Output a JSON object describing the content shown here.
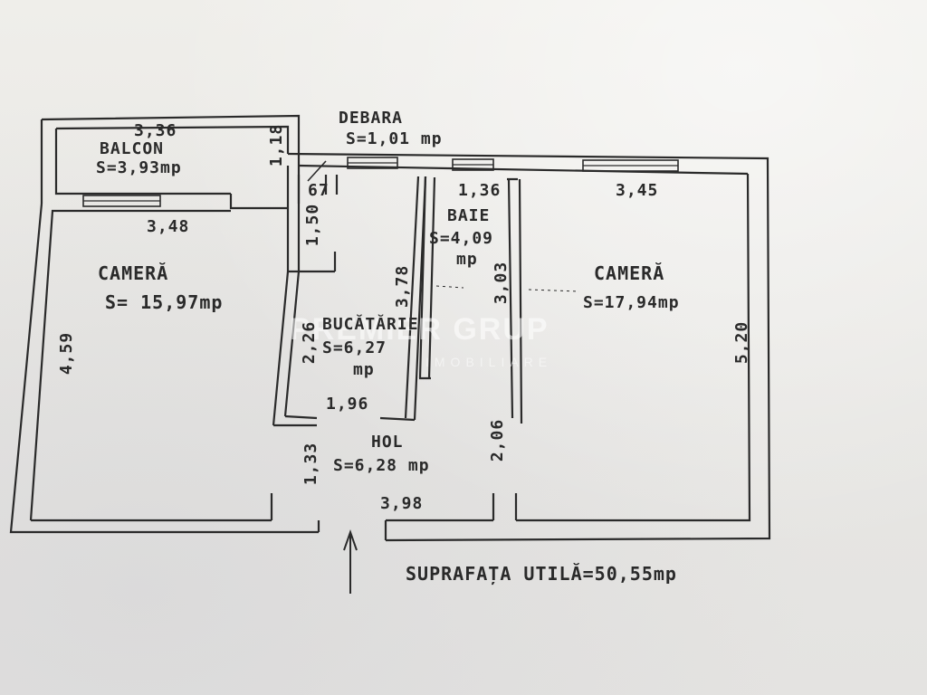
{
  "rooms": {
    "balcon": {
      "name": "BALCON",
      "area": "S=3,93mp",
      "dim_top": "3,36",
      "dim_side": "1,18"
    },
    "debara": {
      "name": "DEBARA",
      "area": "S=1,01 mp",
      "dim_small": "67",
      "dim_side": "1,50"
    },
    "camera_left": {
      "name": "CAMERĂ",
      "area": "S= 15,97mp",
      "dim_top": "3,48",
      "dim_side": "4,59"
    },
    "bucatarie": {
      "name": "BUCĂTĂRIE",
      "area_line1": "S=6,27",
      "area_line2": "mp",
      "dim_side": "2,26",
      "dim_side2": "3,78",
      "dim_bottom": "1,96"
    },
    "baie": {
      "name": "BAIE",
      "area_line1": "S=4,09",
      "area_line2": "mp",
      "dim_top": "1,36",
      "dim_side": "3,03"
    },
    "hol": {
      "name": "HOL",
      "area": "S=6,28 mp",
      "dim_side": "1,33",
      "dim_side2": "2,06",
      "dim_bottom": "3,98"
    },
    "camera_right": {
      "name": "CAMERĂ",
      "area": "S=17,94mp",
      "dim_top": "3,45",
      "dim_side": "5,20"
    }
  },
  "summary": "SUPRAFAȚA UTILĂ=50,55mp",
  "watermark": {
    "line1": "PREMIER GRUP",
    "line2": "IMOBILIARE"
  },
  "colors": {
    "ink": "#2a2a2a",
    "paper": "#ecebe8"
  }
}
